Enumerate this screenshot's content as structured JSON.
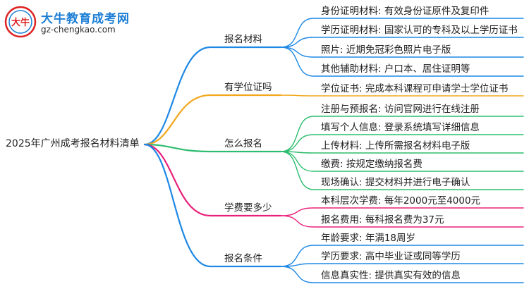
{
  "logo": {
    "title": "大牛教育成考网",
    "url": "gz-chengkao.com",
    "badge_char": "大牛"
  },
  "root": "2025年广州成考报名材料清单",
  "branches": [
    {
      "label": "报名材料",
      "color": "#1e88e5",
      "leaves": [
        "身份证明材料: 有效身份证原件及复印件",
        "学历证明材料: 国家认可的专科及以上学历证书",
        "照片: 近期免冠彩色照片电子版",
        "其他辅助材料: 户口本、居住证明等"
      ]
    },
    {
      "label": "有学位证吗",
      "color": "#f2a81d",
      "leaves": [
        "学位证书: 完成本科课程可申请学士学位证书"
      ]
    },
    {
      "label": "怎么报名",
      "color": "#2dbd6e",
      "leaves": [
        "注册与预报名: 访问官网进行在线注册",
        "填写个人信息: 登录系统填写详细信息",
        "上传材料: 上传所需报名材料电子版",
        "缴费: 按规定缴纳报名费",
        "现场确认: 提交材料并进行电子确认"
      ]
    },
    {
      "label": "学费要多少",
      "color": "#e8207a",
      "leaves": [
        "本科层次学费: 每年2000元至4000元",
        "报名费用: 每科报名费为37元"
      ]
    },
    {
      "label": "报名条件",
      "color": "#1e88e5",
      "leaves": [
        "年龄要求: 年满18周岁",
        "学历要求: 高中毕业证或同等学历",
        "信息真实性: 提供真实有效的信息"
      ]
    }
  ]
}
